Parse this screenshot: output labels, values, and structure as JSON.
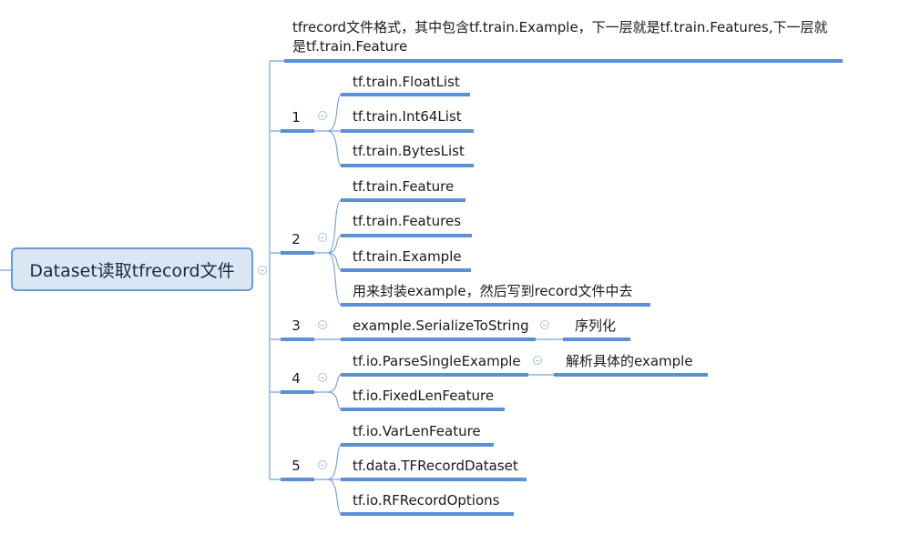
{
  "root": {
    "label": "Dataset读取tfrecord文件"
  },
  "note": {
    "text": "tfrecord文件格式，其中包含tf.train.Example，下一层就是tf.train.Features,下一层就是tf.train.Feature"
  },
  "groups": [
    {
      "number": "1",
      "children": [
        "tf.train.FloatList",
        "tf.train.Int64List",
        "tf.train.BytesList"
      ]
    },
    {
      "number": "2",
      "children": [
        "tf.train.Feature",
        "tf.train.Features",
        "tf.train.Example",
        "用来封装example，然后写到record文件中去"
      ]
    },
    {
      "number": "3",
      "children": [
        "example.SerializeToString"
      ],
      "sub": {
        "example.SerializeToString": "序列化"
      }
    },
    {
      "number": "4",
      "children": [
        "tf.io.ParseSingleExample",
        "tf.io.FixedLenFeature"
      ],
      "sub": {
        "tf.io.ParseSingleExample": "解析具体的example"
      }
    },
    {
      "number": "5",
      "children": [
        "tf.io.VarLenFeature",
        "tf.data.TFRecordDataset",
        "tf.io.RFRecordOptions"
      ]
    }
  ],
  "colors": {
    "line": "#5b8fd6",
    "thin_line": "#a8c4e6",
    "root_fill": "#dbe6f4",
    "root_border": "#6a9bd8"
  }
}
